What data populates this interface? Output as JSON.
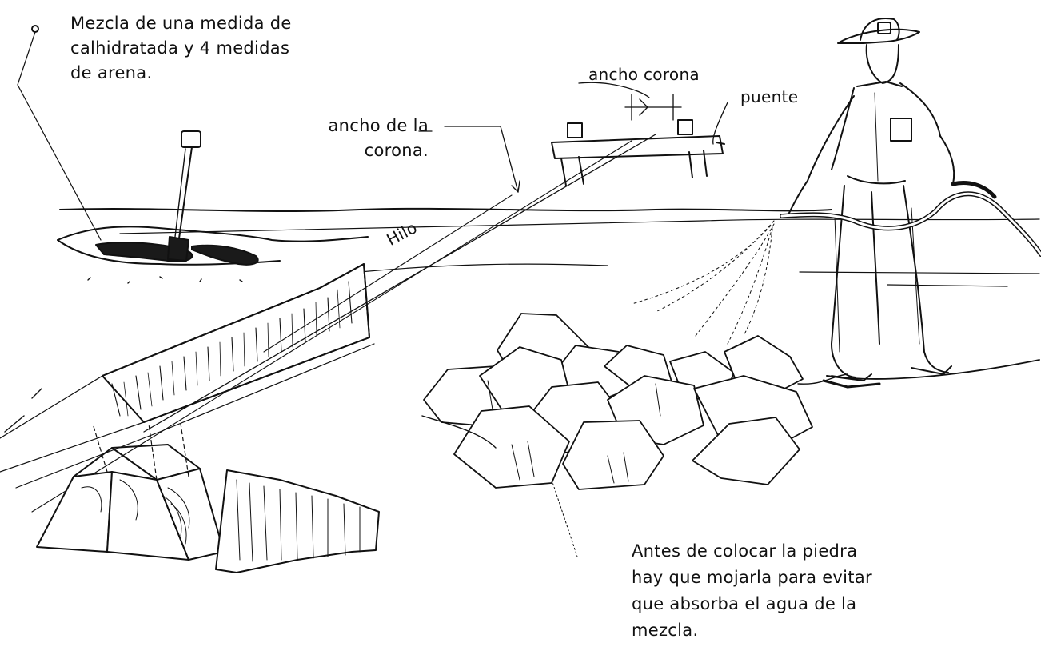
{
  "labels": {
    "mix_note": "Mezcla de una medida de\ncalhidratada y 4 medidas\nde arena.",
    "crown_width": "ancho de la\ncorona.",
    "crown_width_short": "ancho corona",
    "bridge": "puente",
    "thread": "Hilo",
    "stone_note": "Antes de colocar la piedra\nhay que mojarla para evitar\nque absorba el agua de la\nmezcla."
  },
  "colors": {
    "ink": "#111111",
    "background": "#ffffff",
    "shadow": "#1a1a1a"
  }
}
